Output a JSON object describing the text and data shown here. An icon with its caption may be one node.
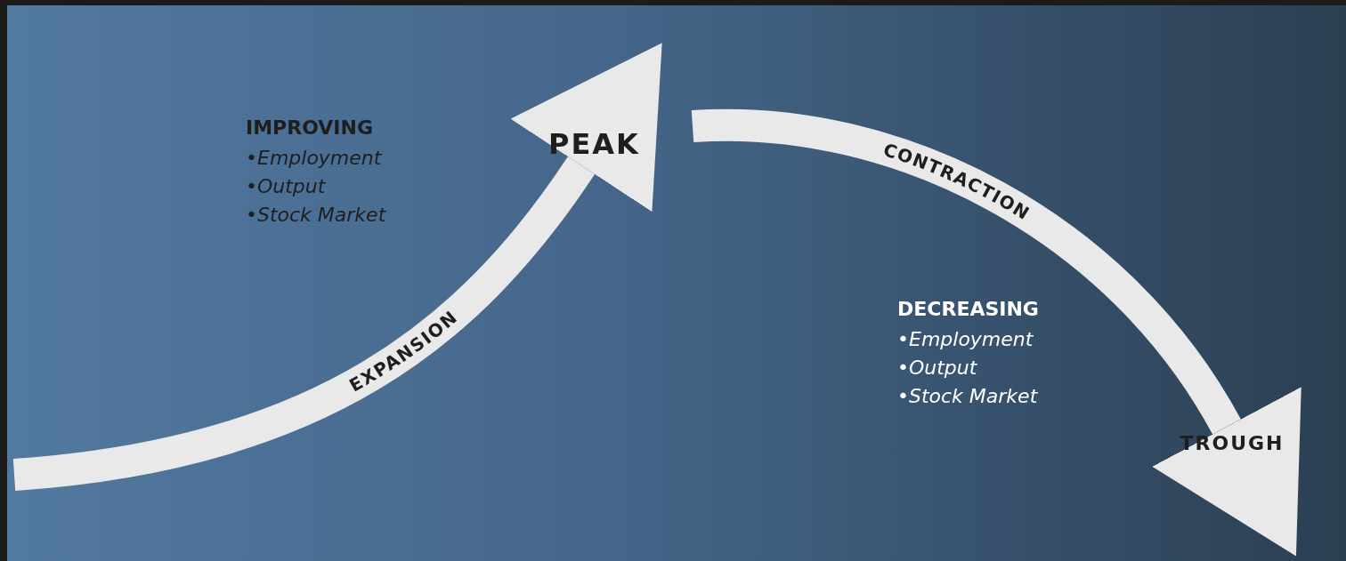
{
  "diagram": {
    "nodes": [
      {
        "text": [
          "PEAK"
        ]
      },
      {
        "text": [
          "TROUGH"
        ]
      }
    ],
    "edges": [
      {
        "from": null,
        "to": 0,
        "arrow": "to",
        "label": "EXPANSION"
      },
      {
        "from": 0,
        "to": 1,
        "arrow": "to",
        "label": "CONTRACTION"
      }
    ],
    "labels": [
      "IMPROVING",
      "•Employment",
      "•Output",
      "•Stock Market",
      "DECREASING",
      "•Employment",
      "•Output",
      "•Stock Market"
    ]
  }
}
